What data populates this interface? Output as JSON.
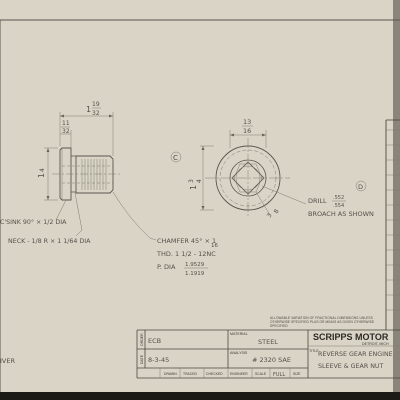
{
  "labels": {
    "dim_side_total_a": "1",
    "dim_side_total_b": "19",
    "dim_side_total_c": "32",
    "dim_side_head_a": "11",
    "dim_side_head_b": "32",
    "dim_side_dia_a": "1",
    "dim_side_dia_b": "4",
    "dim_front_width_a": "13",
    "dim_front_width_b": "16",
    "dim_front_dia_a": "1",
    "dim_front_dia_b": "3",
    "dim_front_dia_c": "4",
    "dim_front_hex_a": "3",
    "dim_front_hex_b": "8",
    "center_mark": "C",
    "note_d": "D",
    "csink": "C'SINK 90° × 1/2 DIA",
    "neck": "NECK - 1/8 R × 1 1/64 DIA",
    "chamfer_a": "CHAMFER 45° × 1",
    "chamfer_b": "16",
    "thd": "THD. 1 1/2 - 12NC",
    "pdia": "P. DIA",
    "pdia_a": "1.9529",
    "pdia_b": "1.1919",
    "drill_a": "DRILL",
    "drill_frac_a": ".552",
    "drill_frac_b": ".554",
    "broach": "BROACH AS SHOWN",
    "stamp": "ALLOWABLE VARIATION OF FRACTIONAL DIMENSIONS UNLESS OTHERWISE SPECIFIED PLUS OR MINUS AS GIVEN OTHERWISE SPECIFIED",
    "bottom_left": "IVER"
  },
  "title_block": {
    "date_label": "DATE",
    "order_label": "ORDER",
    "drawn_code": "ECB",
    "date_value": "8-3-45",
    "material_label": "MATERIAL",
    "material_value": "STEEL",
    "analysis_label": "ANALYSIS",
    "analysis_value": "# 2320 SAE",
    "title_label": "TITLE",
    "company": "SCRIPPS MOTOR",
    "city": "DETROIT, MICH",
    "title_line1": "REVERSE GEAR ENGINE",
    "title_line2": "SLEEVE & GEAR NUT",
    "footer_drawn": "DRAWN",
    "footer_traced": "TRACED",
    "footer_checked": "CHECKED",
    "footer_engineer": "ENGINEER",
    "footer_scale": "SCALE",
    "footer_scale_value": "FULL",
    "footer_size": "SIZE"
  }
}
